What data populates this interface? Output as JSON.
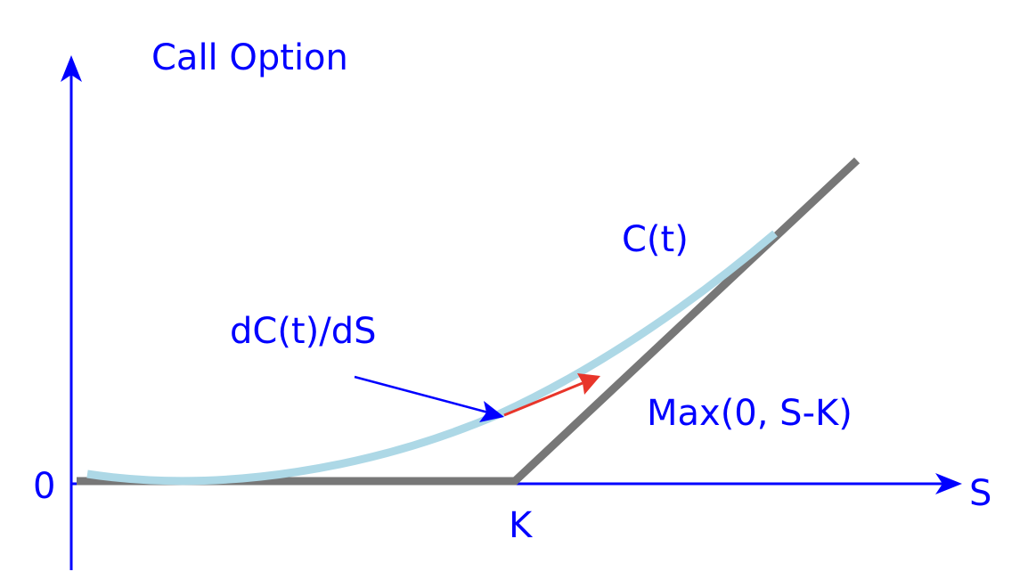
{
  "labels": {
    "y_axis": "Call Option",
    "x_axis": "S",
    "origin": "0",
    "strike": "K",
    "option_value": "C(t)",
    "payoff": "Max(0, S-K)",
    "delta": "dC(t)/dS"
  },
  "colors": {
    "text": "#0000ff",
    "axis": "#0000ff",
    "payoff_line": "#777777",
    "option_curve": "#add8e6",
    "tangent_arrow": "#e8352a",
    "pointer_arrow": "#0000ff"
  }
}
